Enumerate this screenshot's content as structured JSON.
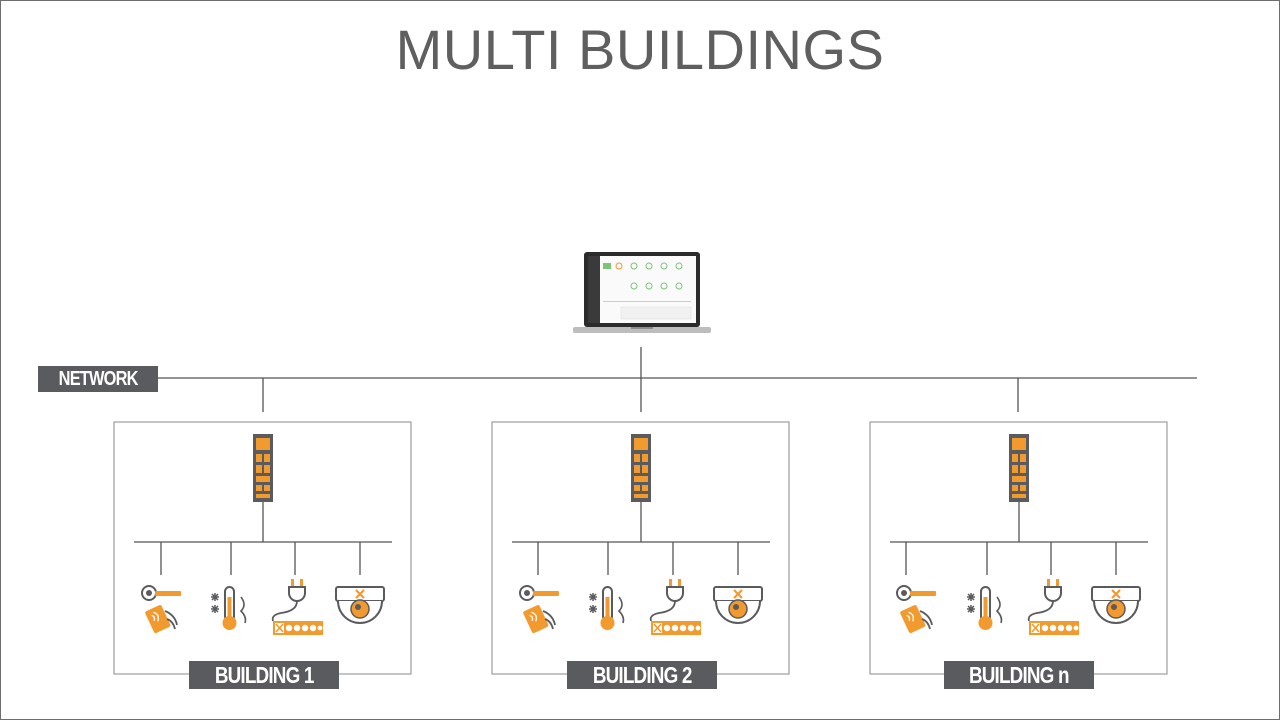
{
  "title": "MULTI BUILDINGS",
  "network": {
    "label": "NETWORK"
  },
  "buildings": [
    {
      "label": "BUILDING 1"
    },
    {
      "label": "BUILDING 2"
    },
    {
      "label": "BUILDING n"
    }
  ],
  "devices": [
    "access-control-icon",
    "temperature-sensor-icon",
    "power-meter-icon",
    "dome-camera-icon"
  ],
  "colors": {
    "accent": "#f39a2e",
    "dark": "#5a5b5f",
    "line": "#555555",
    "box_border": "#8a8a8a",
    "title": "#5f5f5f"
  }
}
